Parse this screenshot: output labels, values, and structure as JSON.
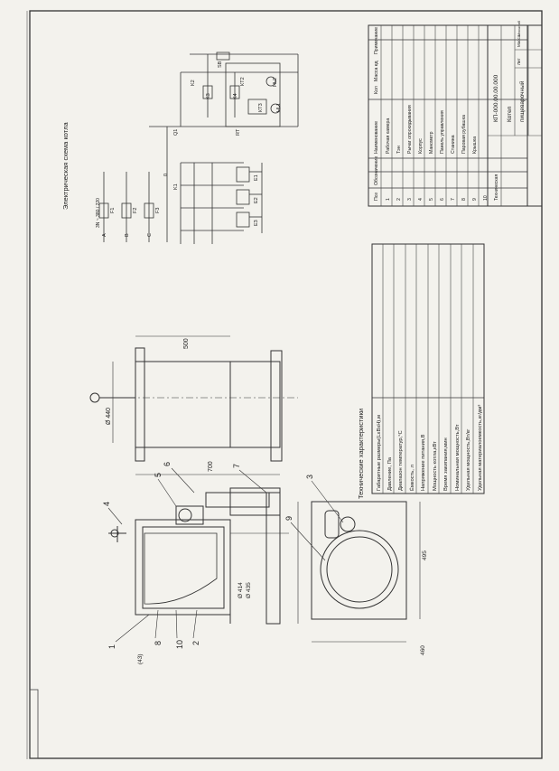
{
  "schema_title": "Электрическая схема котла",
  "tech_title": "Технические характеристики",
  "tech_rows": [
    "Габаритные размеры(LxBxH),м",
    "Давление, Па",
    "Диапазон температур,°С",
    "Ёмкость, л",
    "Напряжение питания,В",
    "Мощность котла,кВт",
    "Время закипания,мин",
    "Номинальная мощность,Вт",
    "Удельная мощность,Вт/кг",
    "Удельная материалоемкость,кг/дм³"
  ],
  "dimensions": {
    "d_side": "Ø 440",
    "h_side": "700",
    "h_inner": "500",
    "d_inner1": "Ø 414",
    "d_inner2": "Ø 435",
    "h_front": "(43)",
    "w_plan": "460",
    "h_plan": "495"
  },
  "callouts": [
    "1",
    "8",
    "10",
    "2",
    "4",
    "5",
    "6",
    "7",
    "3",
    "9"
  ],
  "circuit_labels": [
    "3N ~ 380 / 220",
    "A",
    "B",
    "C",
    "0",
    "F1",
    "F2",
    "F3",
    "K1",
    "K2",
    "K3",
    "K4",
    "КТ2",
    "КТ3",
    "SB",
    "HL1",
    "HL2",
    "E1",
    "E2",
    "E3",
    "Q1",
    "RT"
  ],
  "spec_header": [
    "Поз",
    "Обозначение",
    "Наименование",
    "Кол",
    "Масса ед",
    "Примечание"
  ],
  "spec_rows": [
    {
      "pos": "1",
      "name": "Рабочая камера"
    },
    {
      "pos": "2",
      "name": "Тэн"
    },
    {
      "pos": "3",
      "name": "Рычаг опрокидывания"
    },
    {
      "pos": "4",
      "name": "Корпус"
    },
    {
      "pos": "5",
      "name": "Манометр"
    },
    {
      "pos": "6",
      "name": "Панель управления"
    },
    {
      "pos": "7",
      "name": "Станина"
    },
    {
      "pos": "8",
      "name": "Паровая рубашка"
    },
    {
      "pos": "9",
      "name": "Крышка"
    },
    {
      "pos": "10",
      "name": ""
    }
  ],
  "title_block": {
    "code": "КП-000.00.00.000",
    "name": "Котел",
    "sub": "пищеварочный",
    "doc_label": "Техническая",
    "lit": "Лит",
    "mass": "Масса",
    "scale": "Масштаб"
  }
}
